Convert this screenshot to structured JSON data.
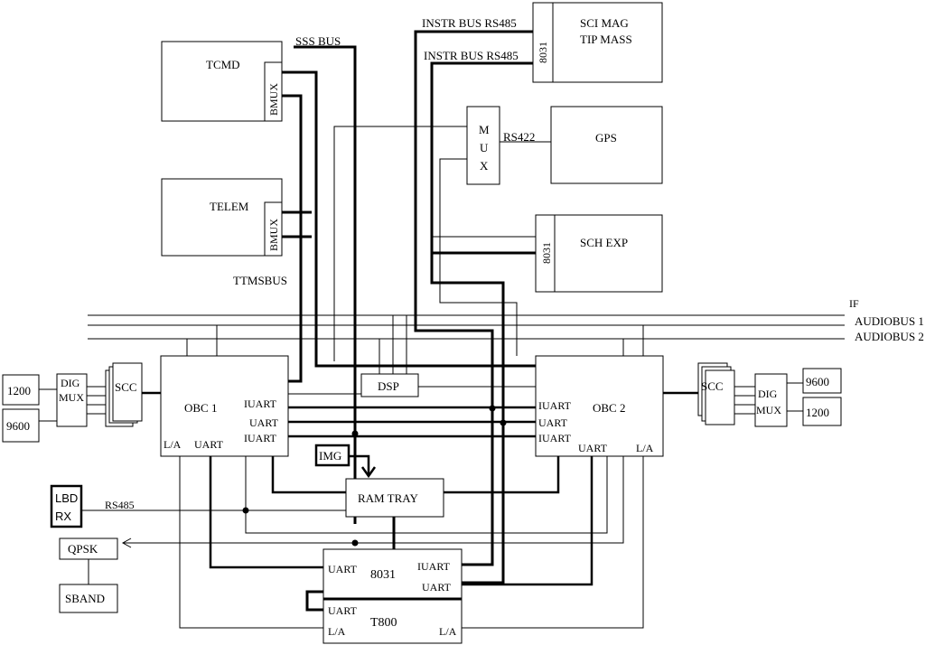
{
  "colors": {
    "line": "#000000",
    "background": "#ffffff"
  },
  "buses": {
    "sss_bus": "SSS BUS",
    "ttms_bus": "TTMSBUS",
    "instr_bus_1": "INSTR BUS RS485",
    "instr_bus_2": "INSTR BUS RS485",
    "if": "IF",
    "audiobus_1": "AUDIOBUS 1",
    "audiobus_2": "AUDIOBUS 2",
    "rs422": "RS422",
    "rs485": "RS485"
  },
  "blocks": {
    "tcmd": "TCMD",
    "tcmd_bmux": "BMUX",
    "telem": "TELEM",
    "telem_bmux": "BMUX",
    "sci_mag_line1": "SCI MAG",
    "sci_mag_line2": "TIP MASS",
    "sci_mag_cpu": "8031",
    "mux_letters": [
      "M",
      "U",
      "X"
    ],
    "gps": "GPS",
    "sch_exp": "SCH EXP",
    "sch_exp_cpu": "8031",
    "dsp": "DSP",
    "img": "IMG",
    "ram_tray": "RAM TRAY",
    "lbd_rx_line1": "LBD",
    "lbd_rx_line2": "RX",
    "qpsk": "QPSK",
    "sband": "SBAND"
  },
  "obc1": {
    "title": "OBC 1",
    "iuart_1": "IUART",
    "uart": "UART",
    "iuart_2": "IUART",
    "la": "L/A",
    "uart_bottom": "UART"
  },
  "obc2": {
    "title": "OBC 2",
    "iuart_1": "IUART",
    "uart": "UART",
    "iuart_2": "IUART",
    "uart_bottom": "UART",
    "la": "L/A"
  },
  "left_comm": {
    "rate_1200": "1200",
    "rate_9600": "9600",
    "dig_mux_line1": "DIG",
    "dig_mux_line2": "MUX",
    "scc": "SCC"
  },
  "right_comm": {
    "rate_9600": "9600",
    "rate_1200": "1200",
    "dig_mux_line1": "DIG",
    "dig_mux_line2": "MUX",
    "scc": "SCC"
  },
  "bottom_unit": {
    "uart_top_left": "UART",
    "cpu_8031": "8031",
    "iuart_top_right": "IUART",
    "uart_mid_right": "UART",
    "uart_bottom_left": "UART",
    "cpu_t800": "T800",
    "la_left": "L/A",
    "la_right": "L/A"
  }
}
